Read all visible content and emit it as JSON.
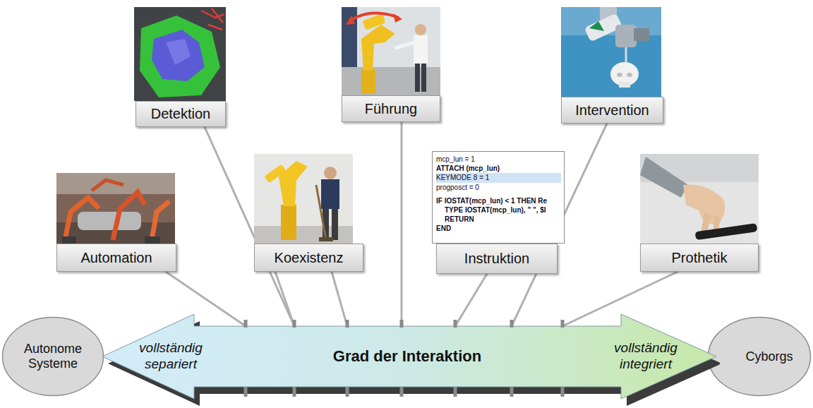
{
  "diagram": {
    "nodes": [
      {
        "text": [
          "Detektion"
        ]
      },
      {
        "text": [
          "Führung"
        ]
      },
      {
        "text": [
          "Intervention"
        ]
      },
      {
        "text": [
          "Automation"
        ]
      },
      {
        "text": [
          "Koexistenz"
        ]
      },
      {
        "text": [
          "Instruktion"
        ]
      },
      {
        "text": [
          "Prothetik"
        ]
      },
      {
        "text": [
          "Autonome Systeme"
        ]
      },
      {
        "text": [
          "vollständig separiert",
          "Grad der Interaktion",
          "vollständig integriert"
        ]
      },
      {
        "text": [
          "Cyborgs"
        ]
      }
    ],
    "edges": [
      {
        "from": 3,
        "to": 8,
        "arrow": "none"
      },
      {
        "from": 0,
        "to": 8,
        "arrow": "none"
      },
      {
        "from": 4,
        "to": 8,
        "arrow": "none"
      },
      {
        "from": 4,
        "to": 8,
        "arrow": "none"
      },
      {
        "from": 1,
        "to": 8,
        "arrow": "none"
      },
      {
        "from": 5,
        "to": 8,
        "arrow": "none"
      },
      {
        "from": 2,
        "to": 8,
        "arrow": "none"
      },
      {
        "from": 6,
        "to": 8,
        "arrow": "none"
      }
    ],
    "labels": [
      "mcp_lun = 1",
      "ATTACH (mcp_lun)",
      "KEYMODE 8 = 1",
      "progposct = 0",
      "IF IOSTAT(mcp_lun) < 1 THEN Re",
      "TYPE IOSTAT(mcp_lun), \" \", $I",
      "RETURN",
      "END"
    ]
  }
}
